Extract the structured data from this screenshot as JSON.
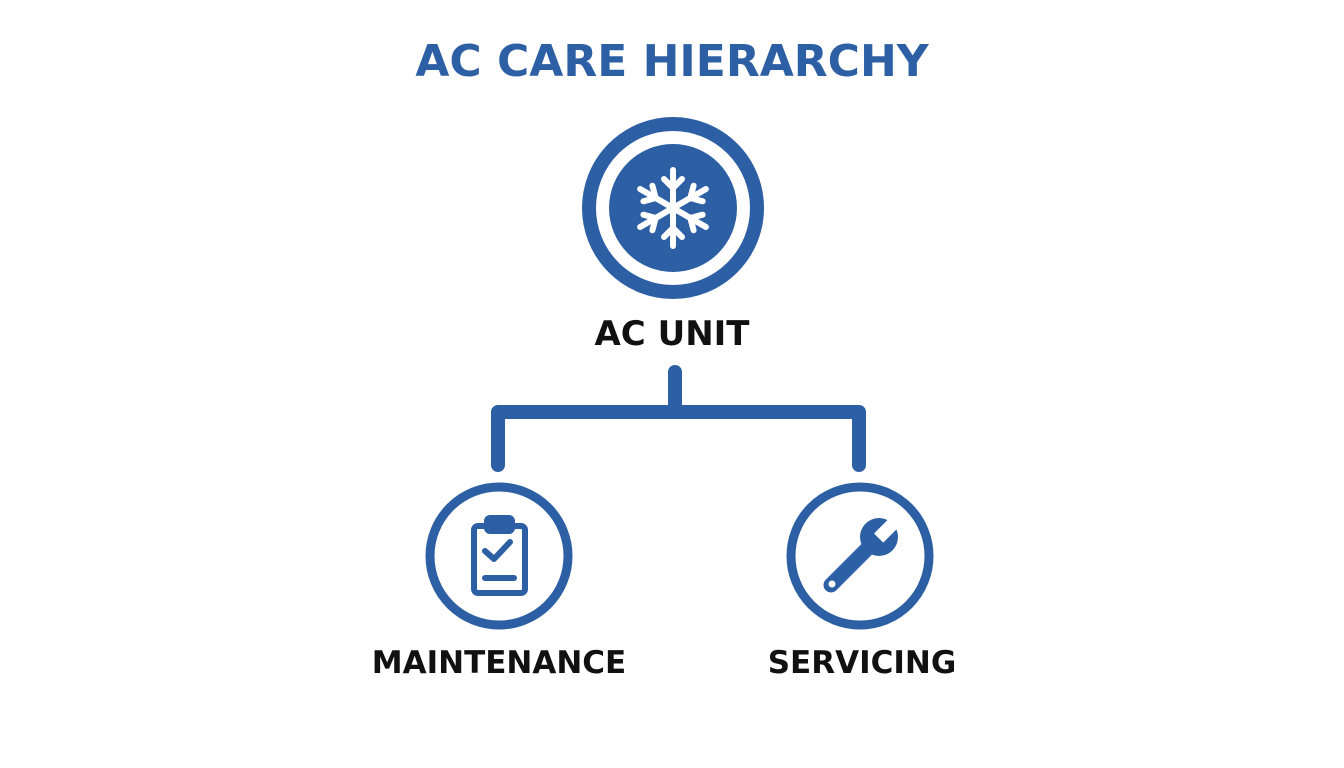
{
  "title": "AC CARE HIERARCHY",
  "colors": {
    "accent": "#2d5fa4",
    "label": "#111111",
    "background": "#ffffff"
  },
  "root": {
    "label": "AC UNIT",
    "icon": "snowflake-icon"
  },
  "children": [
    {
      "label": "MAINTENANCE",
      "icon": "clipboard-check-icon"
    },
    {
      "label": "SERVICING",
      "icon": "wrench-icon"
    }
  ]
}
